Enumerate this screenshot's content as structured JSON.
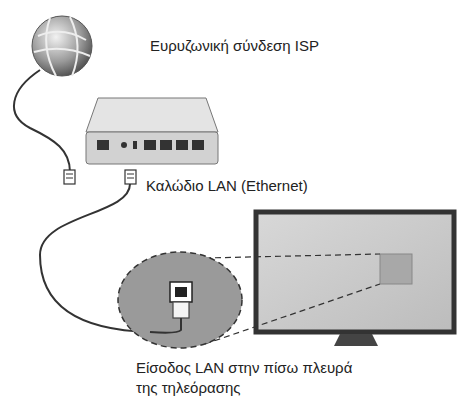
{
  "diagram": {
    "labels": [
      "Ευρυζωνική σύνδεση ISP",
      "Καλώδιο LAN (Ethernet)",
      "Είσοδος LAN στην πίσω πλευρά της τηλεόρασης"
    ]
  }
}
